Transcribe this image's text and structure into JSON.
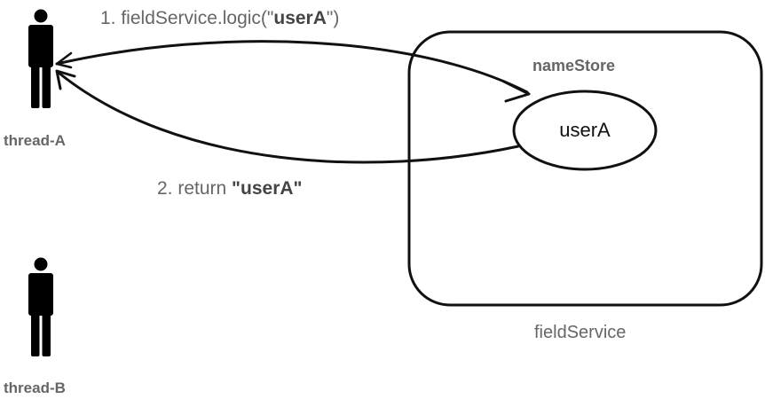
{
  "actors": {
    "thread_a": {
      "label": "thread-A",
      "icon": "person-icon"
    },
    "thread_b": {
      "label": "thread-B",
      "icon": "person-icon"
    }
  },
  "service": {
    "label": "fieldService",
    "store_label": "nameStore",
    "store_value": "userA"
  },
  "messages": {
    "call": {
      "prefix": "1. fieldService.logic(\"",
      "arg": "userA",
      "suffix": "\")"
    },
    "return": {
      "prefix": "2. return ",
      "value": "\"userA\""
    }
  },
  "colors": {
    "stroke": "#111111",
    "label": "#666666",
    "figure": "#000000"
  }
}
